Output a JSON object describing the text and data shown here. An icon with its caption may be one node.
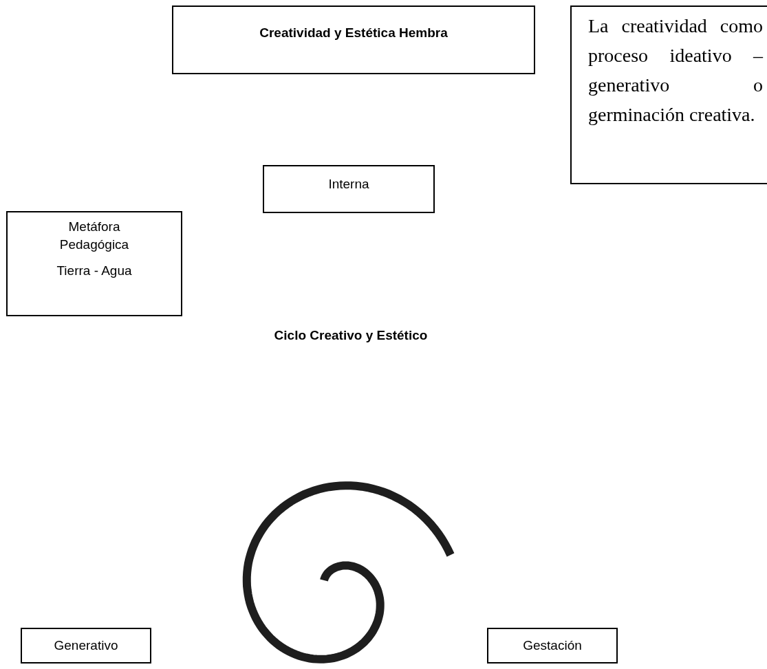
{
  "diagram": {
    "nodes": [
      {
        "text": [
          "Creatividad y Estética Hembra"
        ]
      },
      {
        "text": [
          "La creatividad como proceso ideativo – generativo o germinación creativa."
        ]
      },
      {
        "text": [
          "Interna"
        ]
      },
      {
        "text": [
          "Metáfora Pedagógica",
          "Tierra - Agua"
        ]
      },
      {
        "text": [
          "Generativo"
        ]
      },
      {
        "text": [
          "Gestación"
        ]
      }
    ],
    "labels": [
      "Ciclo Creativo y Estético"
    ]
  }
}
